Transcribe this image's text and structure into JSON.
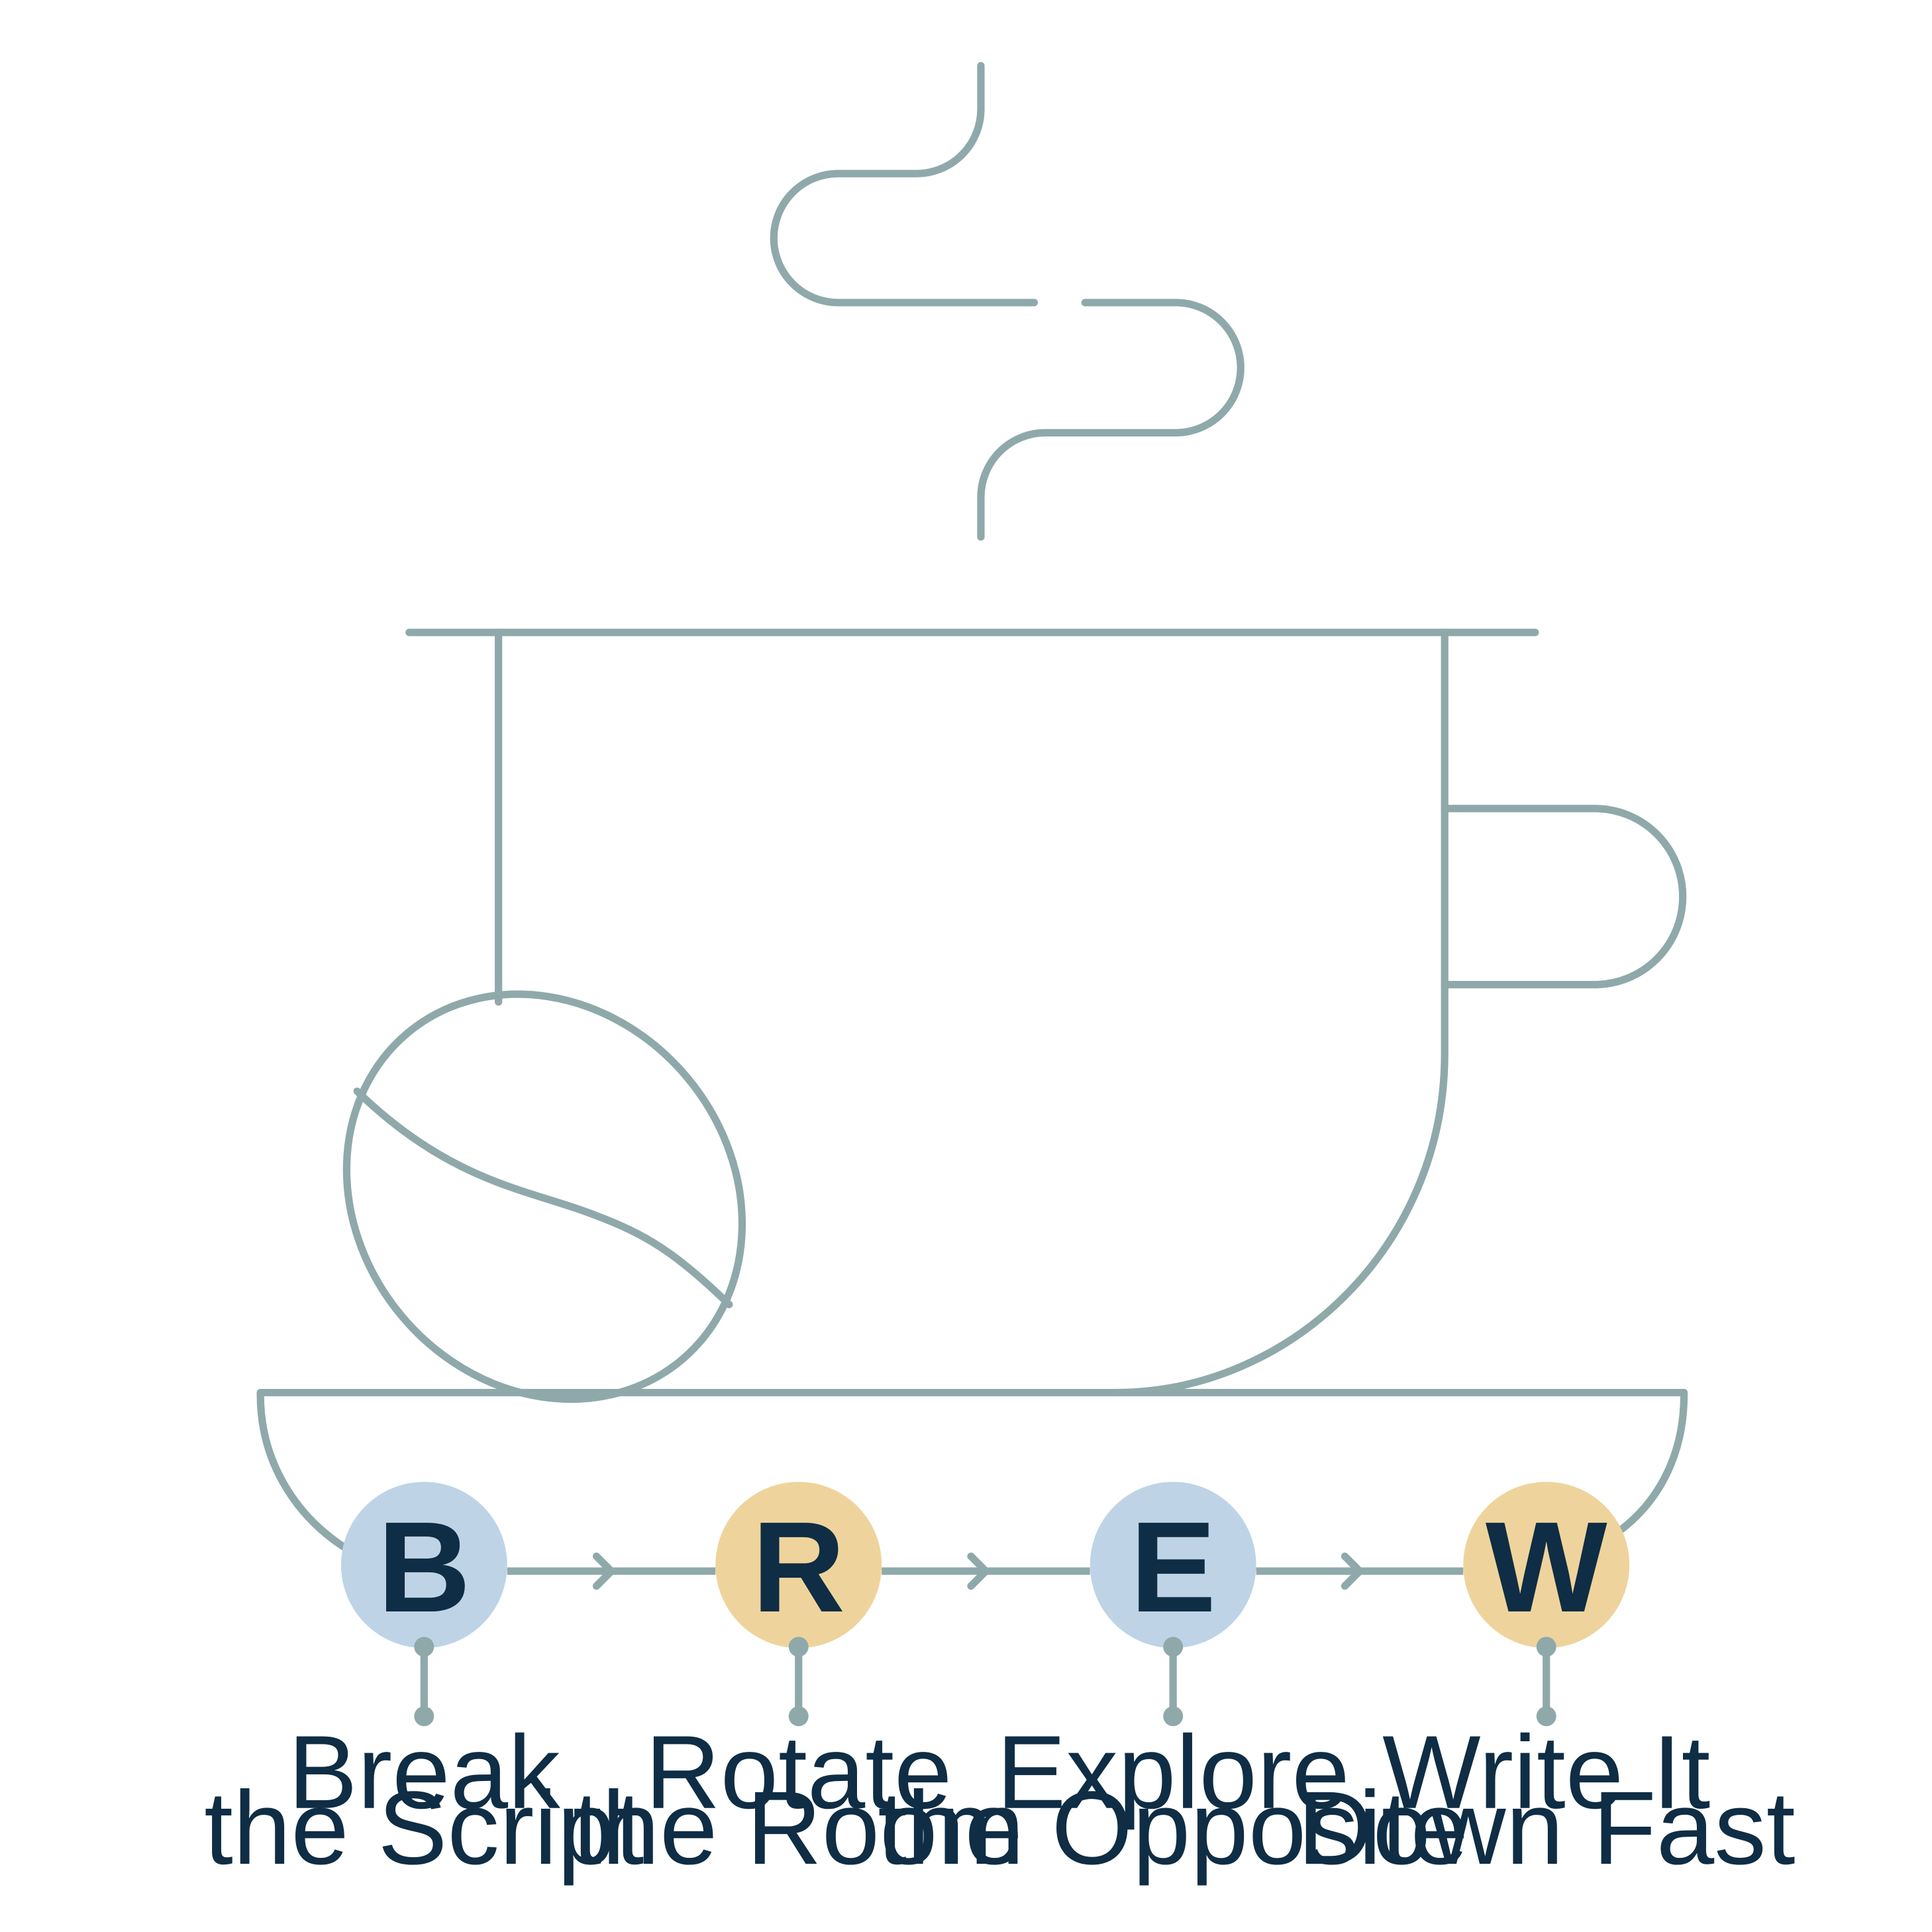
{
  "colors": {
    "line": "#8fa9ab",
    "text": "#0f2d44",
    "blue_circle": "#bed4e6",
    "yellow_circle": "#eed49c",
    "background": "#ffffff"
  },
  "steps": [
    {
      "letter": "B",
      "label_line1": "Break",
      "label_line2": "the Script",
      "color": "#bed4e6"
    },
    {
      "letter": "R",
      "label_line1": "Rotate",
      "label_line2": "the Room",
      "color": "#eed49c"
    },
    {
      "letter": "E",
      "label_line1": "Explore",
      "label_line2": "the Opposite",
      "color": "#bed4e6"
    },
    {
      "letter": "W",
      "label_line1": "Write It",
      "label_line2": "Down Fast",
      "color": "#eed49c"
    }
  ],
  "icons": [
    "steam-icon",
    "coffee-cup-icon",
    "cup-handle-icon",
    "coffee-bean-icon",
    "saucer-icon",
    "arrow-right-icon"
  ]
}
